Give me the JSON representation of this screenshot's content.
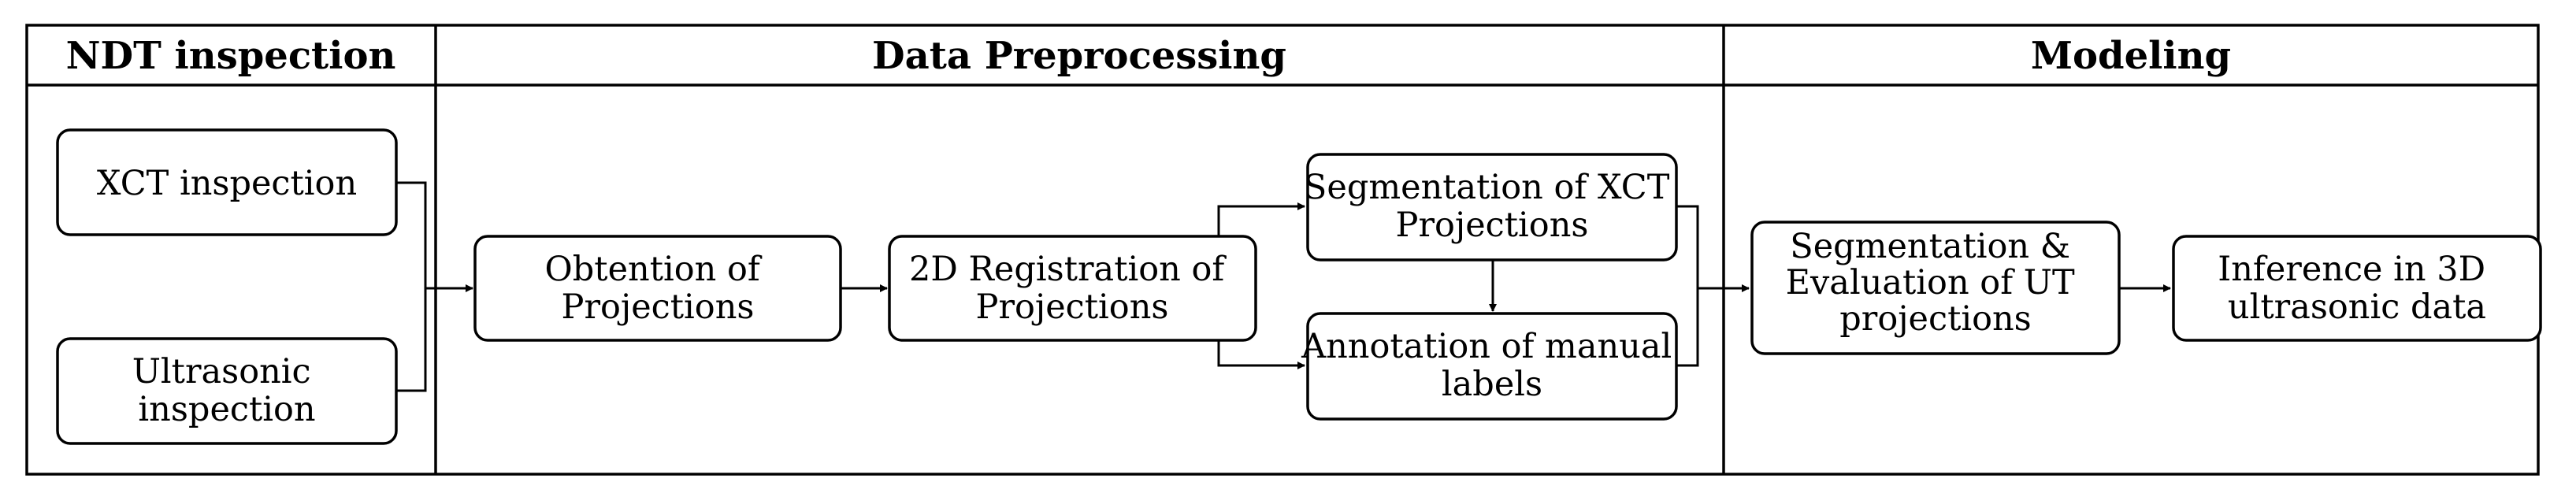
{
  "headers": {
    "ndt": "NDT inspection",
    "preprocessing": "Data Preprocessing",
    "modeling": "Modeling"
  },
  "boxes": {
    "xct_inspection": [
      "XCT inspection"
    ],
    "ultrasonic_inspection": [
      "Ultrasonic",
      "inspection"
    ],
    "obtention": [
      "Obtention of",
      "Projections"
    ],
    "registration": [
      "2D Registration of",
      "Projections"
    ],
    "segmentation_xct": [
      "Segmentation of XCT",
      "Projections"
    ],
    "annotation": [
      "Annotation of manual",
      "labels"
    ],
    "segmentation_ut": [
      "Segmentation &",
      "Evaluation of UT",
      "projections"
    ],
    "inference": [
      "Inference in 3D",
      "ultrasonic data"
    ]
  }
}
